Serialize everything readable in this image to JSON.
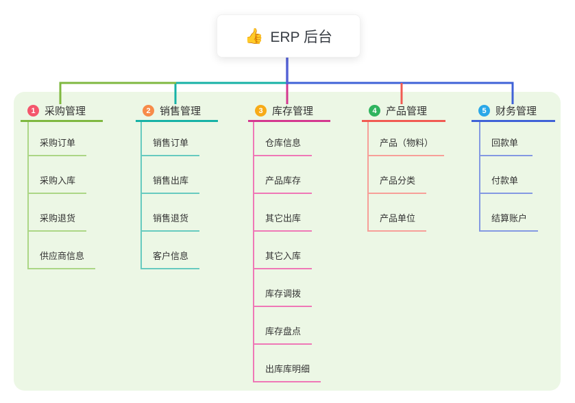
{
  "root": {
    "icon": "👍",
    "title": "ERP 后台"
  },
  "canvas": {
    "panel_bg": "#ecf7e5",
    "root_line_color": "#5562d6",
    "text_color": "#333333"
  },
  "branches": [
    {
      "number": "1",
      "title": "采购管理",
      "color": "#7fb840",
      "light_color": "#abd685",
      "badge_color": "#f4566c",
      "children": [
        "采购订单",
        "采购入库",
        "采购退货",
        "供应商信息"
      ]
    },
    {
      "number": "2",
      "title": "销售管理",
      "color": "#16b2a6",
      "light_color": "#66cabf",
      "badge_color": "#f78b49",
      "children": [
        "销售订单",
        "销售出库",
        "销售退货",
        "客户信息"
      ]
    },
    {
      "number": "3",
      "title": "库存管理",
      "color": "#d4388f",
      "light_color": "#ef77b6",
      "badge_color": "#f7ab17",
      "children": [
        "仓库信息",
        "产品库存",
        "其它出库",
        "其它入库",
        "库存调拨",
        "库存盘点",
        "出库库明细"
      ]
    },
    {
      "number": "4",
      "title": "产品管理",
      "color": "#f15a52",
      "light_color": "#f79e98",
      "badge_color": "#2fb45e",
      "children": [
        "产品（物料）",
        "产品分类",
        "产品单位"
      ]
    },
    {
      "number": "5",
      "title": "财务管理",
      "color": "#3f62d7",
      "light_color": "#8398e2",
      "badge_color": "#2aa7e8",
      "children": [
        "回款单",
        "付款单",
        "结算账户"
      ]
    }
  ]
}
